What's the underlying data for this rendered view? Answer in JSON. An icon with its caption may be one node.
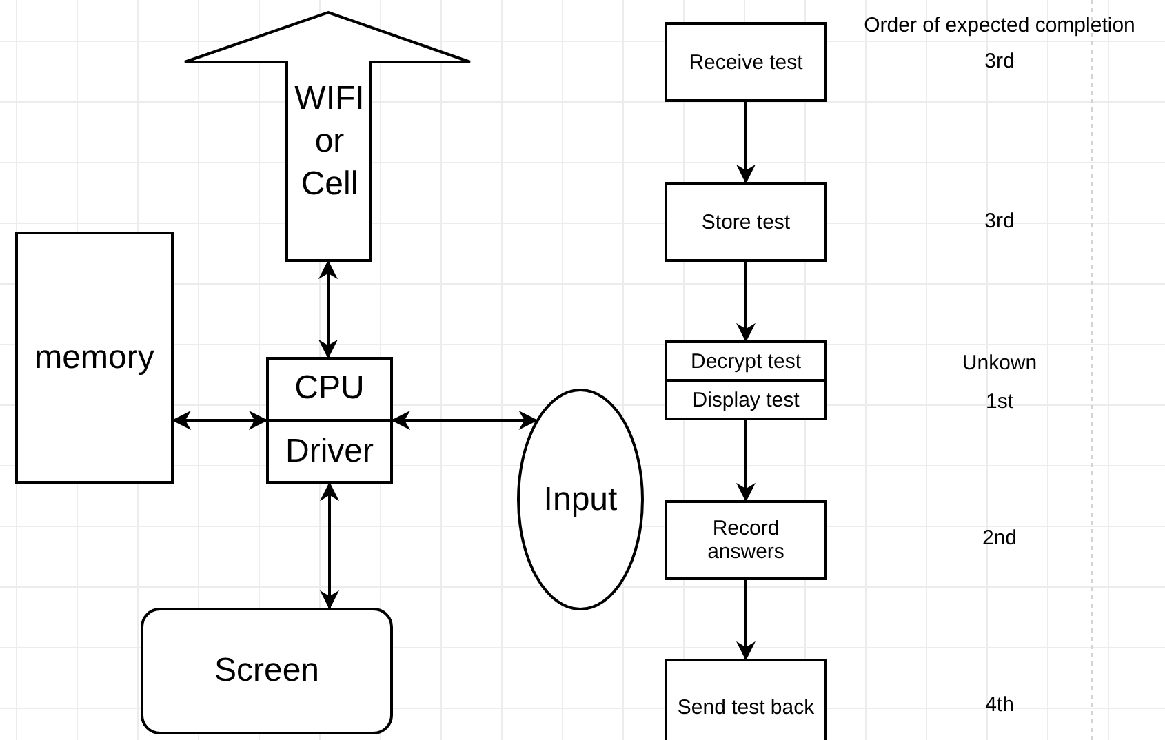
{
  "diagram": {
    "nodes": [
      {
        "text": [
          "WIFI or Cell"
        ]
      },
      {
        "text": [
          "memory"
        ]
      },
      {
        "text": [
          "CPU",
          "Driver"
        ]
      },
      {
        "text": [
          "Input"
        ]
      },
      {
        "text": [
          "Screen"
        ]
      },
      {
        "text": [
          "Receive test"
        ]
      },
      {
        "text": [
          "Store test"
        ]
      },
      {
        "text": [
          "Decrypt test"
        ]
      },
      {
        "text": [
          "Display test"
        ]
      },
      {
        "text": [
          "Record answers"
        ]
      },
      {
        "text": [
          "Send test back"
        ]
      }
    ],
    "edges": [
      {
        "from": 0,
        "to": 2,
        "arrow": "both"
      },
      {
        "from": 1,
        "to": 2,
        "arrow": "both"
      },
      {
        "from": 2,
        "to": 3,
        "arrow": "both"
      },
      {
        "from": 2,
        "to": 4,
        "arrow": "both"
      },
      {
        "from": 5,
        "to": 6,
        "arrow": "to"
      },
      {
        "from": 6,
        "to": 7,
        "arrow": "to"
      },
      {
        "from": 8,
        "to": 9,
        "arrow": "to"
      },
      {
        "from": 9,
        "to": 10,
        "arrow": "to"
      }
    ],
    "labels": [
      "Order of expected completion",
      "3rd",
      "3rd",
      "Unkown",
      "1st",
      "2nd",
      "4th"
    ]
  }
}
